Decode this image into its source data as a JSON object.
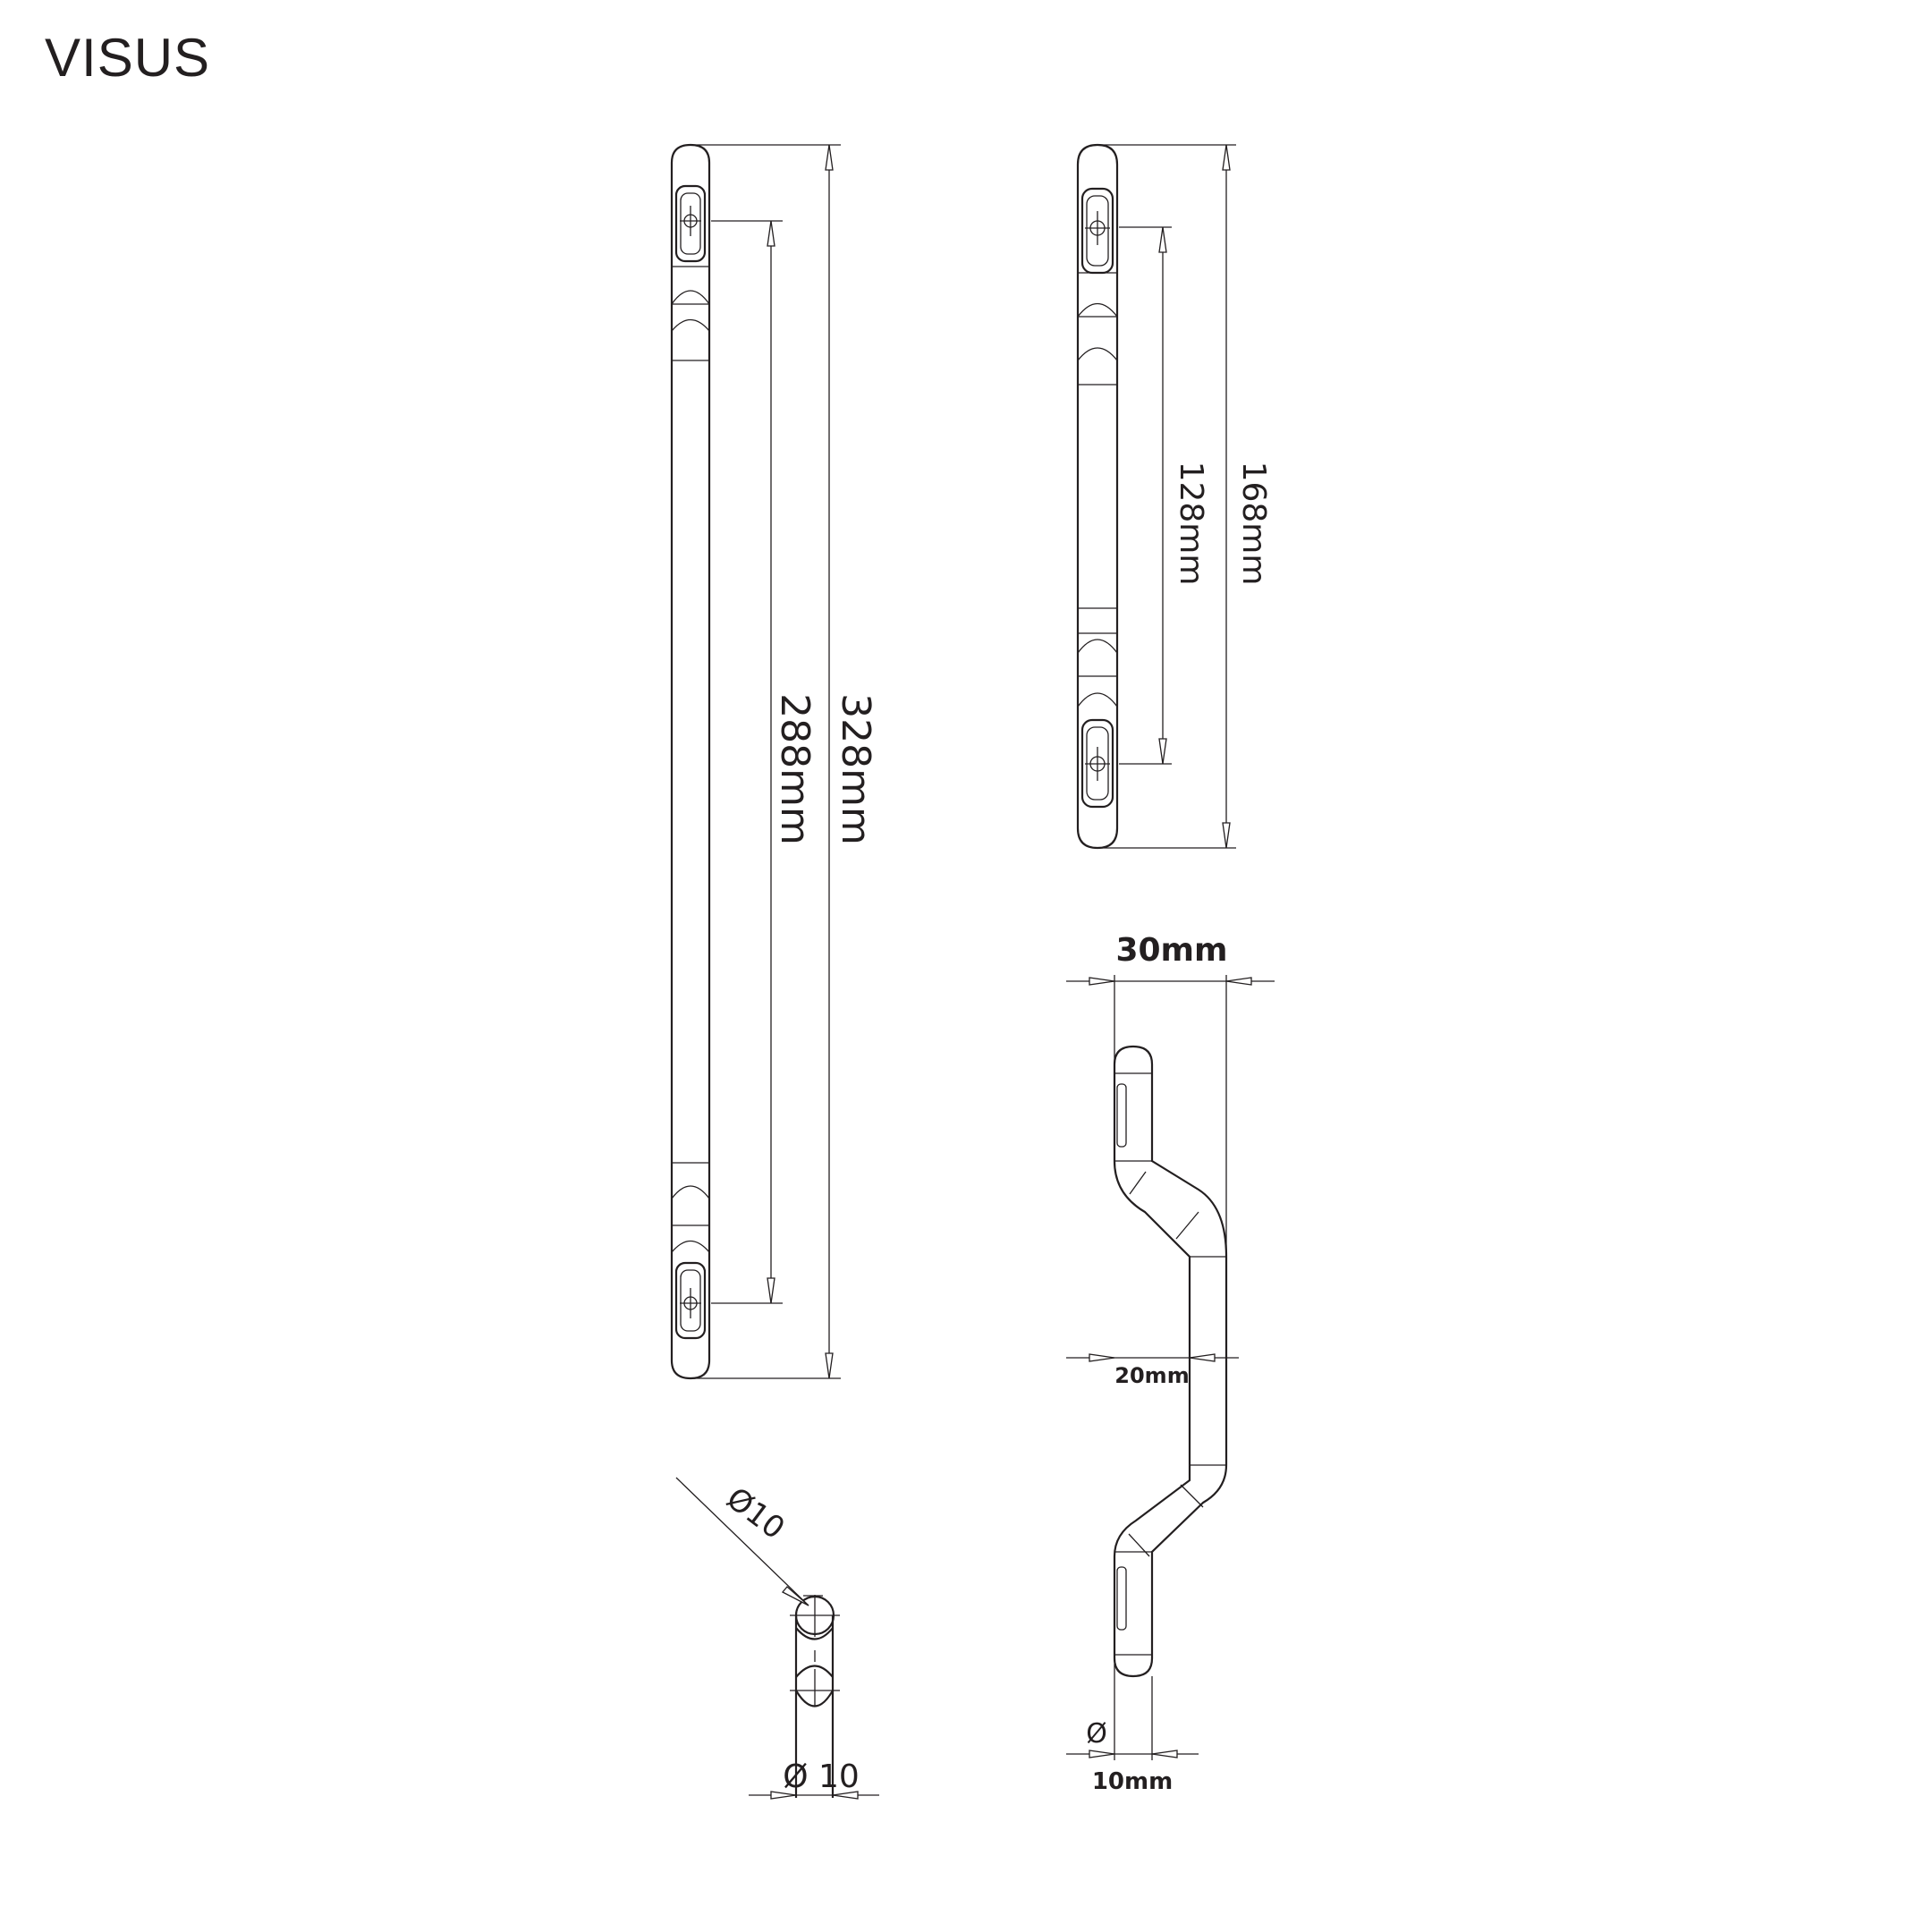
{
  "brand": "VISUS",
  "front_view_long": {
    "overall_length": "328mm",
    "hole_spacing": "288mm"
  },
  "front_view_short": {
    "overall_length": "168mm",
    "hole_spacing": "128mm"
  },
  "side_view": {
    "projection": "30mm",
    "offset": "20mm",
    "diameter": "10mm",
    "diameter_symbol": "Ø"
  },
  "end_view": {
    "leader_diameter": "Ø10",
    "bottom_diameter": "Ø 10"
  }
}
